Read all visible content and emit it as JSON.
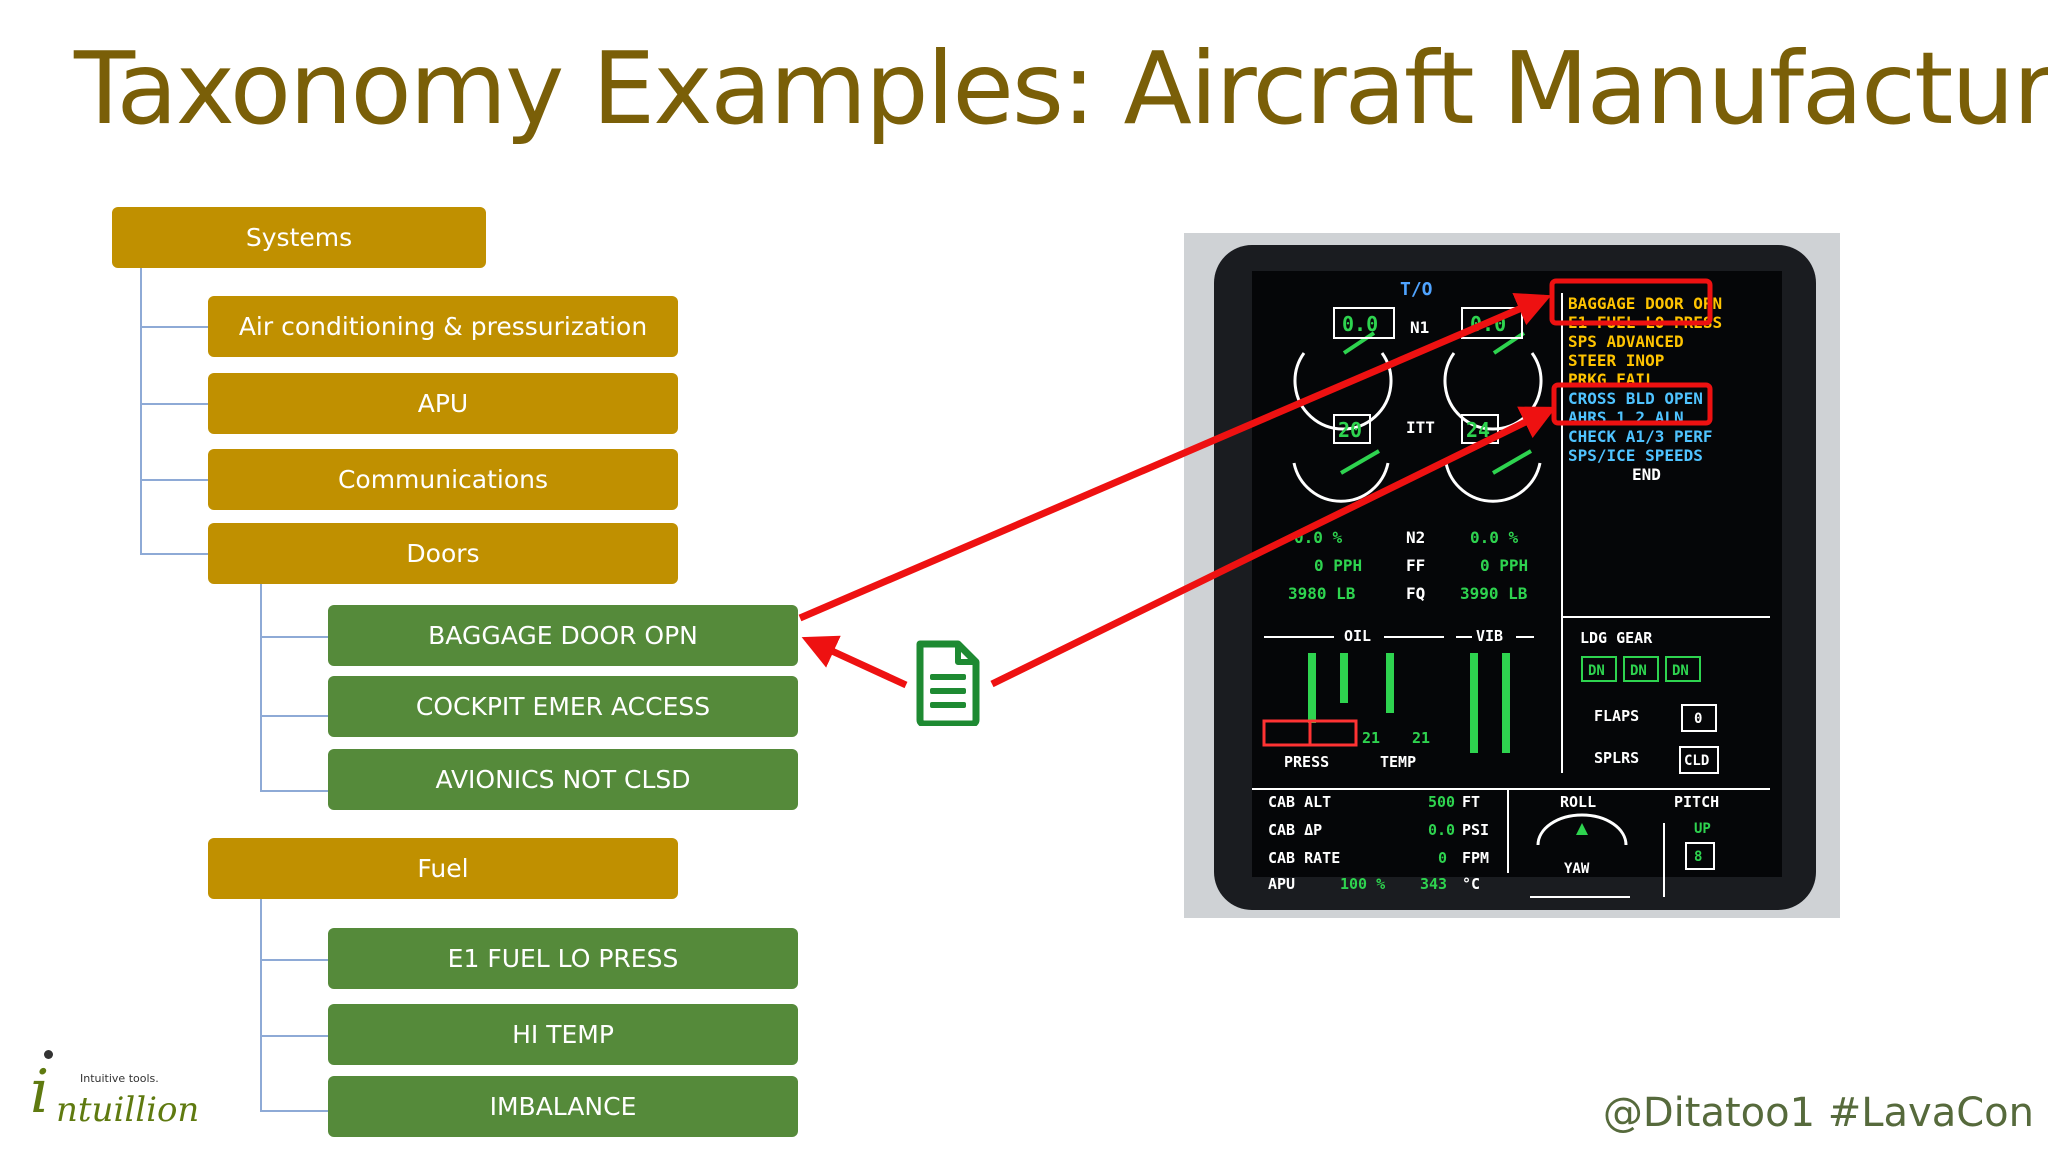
{
  "title": "Taxonomy Examples: Aircraft Manufacturer",
  "tree": {
    "root": "Systems",
    "categories": [
      "Air conditioning & pressurization",
      "APU",
      "Communications",
      "Doors"
    ],
    "doors_items": [
      "BAGGAGE DOOR OPN",
      "COCKPIT EMER ACCESS",
      "AVIONICS NOT CLSD"
    ],
    "fuel": "Fuel",
    "fuel_items": [
      "E1 FUEL LO PRESS",
      "HI TEMP",
      "IMBALANCE"
    ]
  },
  "display": {
    "header": "T/O",
    "messages_amber": [
      "BAGGAGE DOOR OPN",
      "E1 FUEL LO PRESS",
      "SPS ADVANCED",
      "STEER INOP",
      "PRKG FAIL"
    ],
    "messages_cyan": [
      "CROSS BLD OPEN",
      "AHRS 1 2 ALN",
      "CHECK A1/3 PERF",
      "SPS/ICE SPEEDS"
    ],
    "end": "END",
    "n1": "N1",
    "itt": "ITT",
    "n2": "N2",
    "ff": "FF",
    "fq": "FQ",
    "n1_left": "0.0",
    "n1_right": "0.0",
    "itt_left": "20",
    "itt_right": "24",
    "n2_left": "0.0 %",
    "n2_right": "0.0 %",
    "ff_left": "0 PPH",
    "ff_right": "0 PPH",
    "fq_left": "3980 LB",
    "fq_right": "3990 LB",
    "oil": "OIL",
    "vib": "VIB",
    "press": "PRESS",
    "temp": "TEMP",
    "oil_temp_left": "21",
    "oil_temp_right": "21",
    "ldg_gear": "LDG GEAR",
    "dn": "DN",
    "flaps": "FLAPS",
    "flaps_val": "0",
    "splrs": "SPLRS",
    "splrs_val": "CLD",
    "cab_alt": "CAB ALT",
    "cab_dp": "CAB ΔP",
    "cab_rate": "CAB RATE",
    "apu": "APU",
    "cab_alt_val": "500",
    "cab_alt_unit": "FT",
    "cab_dp_val": "0.0",
    "cab_dp_unit": "PSI",
    "cab_rate_val": "0",
    "cab_rate_unit": "FPM",
    "apu_pct": "100 %",
    "apu_temp": "343",
    "apu_temp_unit": "°C",
    "roll": "ROLL",
    "pitch": "PITCH",
    "yaw": "YAW",
    "up": "UP",
    "pitch_val": "8"
  },
  "footer": "@Ditatoo1 #LavaCon",
  "logo": {
    "tagline": "Intuitive tools.",
    "word": "ntuillion"
  },
  "colors": {
    "title": "#7a5f08",
    "gold": "#c09000",
    "green": "#558a3a",
    "arrow": "#ee1111",
    "connector": "#8eaad6"
  },
  "icons": [
    "document-icon"
  ]
}
